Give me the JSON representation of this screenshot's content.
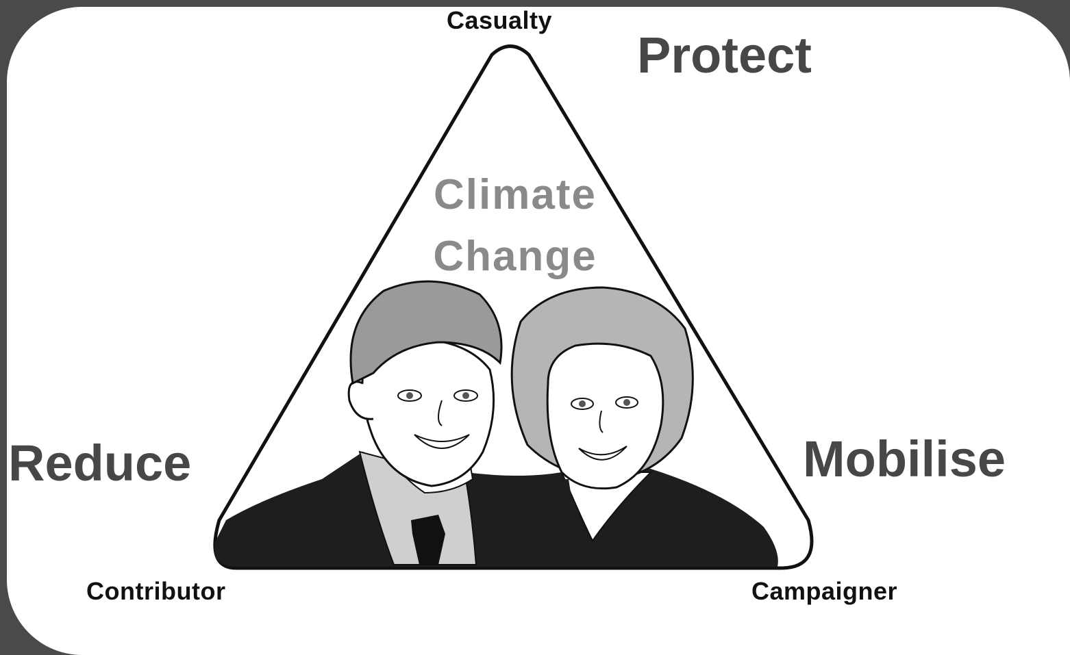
{
  "diagram": {
    "vertices": {
      "top": "Casualty",
      "left": "Contributor",
      "right": "Campaigner"
    },
    "actions": {
      "top": "Protect",
      "left": "Reduce",
      "right": "Mobilise"
    },
    "center": {
      "line1": "Climate",
      "line2": "Change"
    }
  },
  "colors": {
    "background": "#4a4a4a",
    "card": "#ffffff",
    "vertex_text": "#111111",
    "action_text": "#474747",
    "center_text": "#8a8a8a",
    "suit": "#1e1e1e",
    "hair": "#9a9a9a",
    "shirt": "#cfcfcf"
  }
}
